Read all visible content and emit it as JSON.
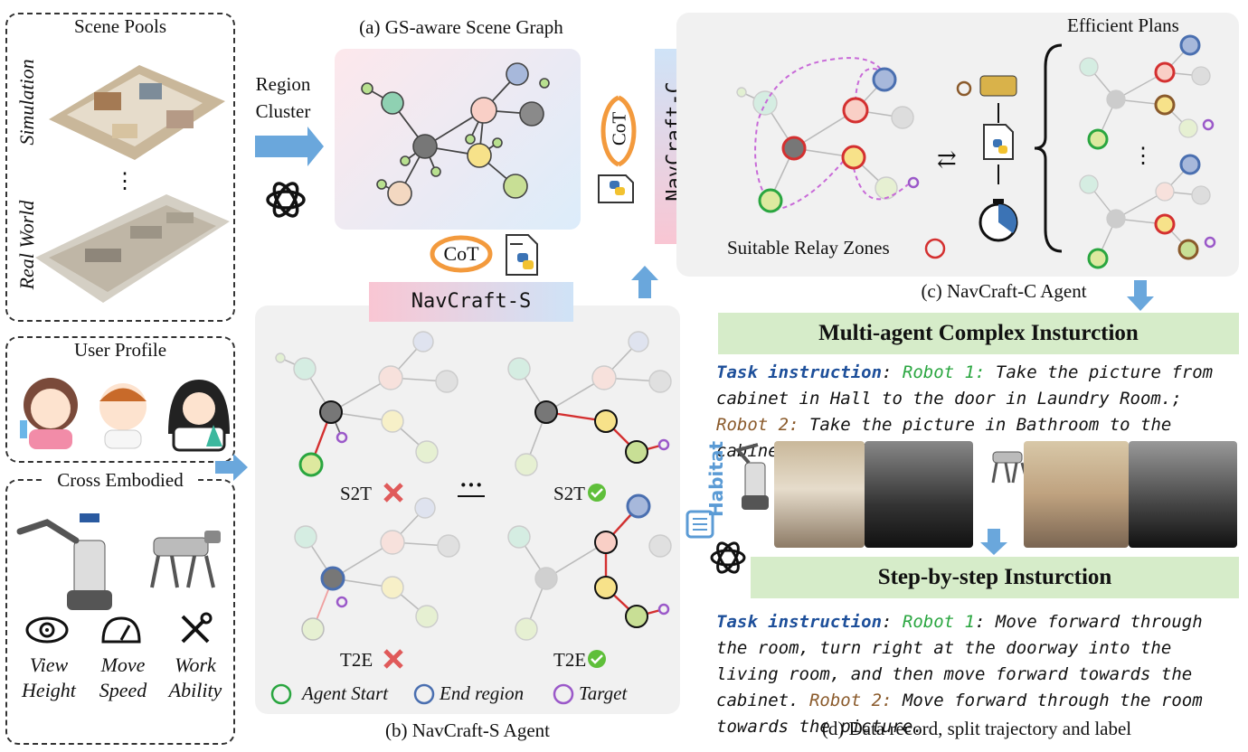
{
  "left": {
    "scene_pools": {
      "title": "Scene Pools",
      "sim_label": "Simulation",
      "real_label": "Real World",
      "dots": "⋮"
    },
    "user_profile": {
      "title": "User Profile"
    },
    "cross_embodied": {
      "title": "Cross Embodied",
      "features": [
        {
          "line1": "View",
          "line2": "Height",
          "icon": "eye-icon"
        },
        {
          "line1": "Move",
          "line2": "Speed",
          "icon": "speedometer-icon"
        },
        {
          "line1": "Work",
          "line2": "Ability",
          "icon": "tools-icon"
        }
      ]
    }
  },
  "flow": {
    "region_cluster_1": "Region",
    "region_cluster_2": "Cluster"
  },
  "panel_a": {
    "title": "(a) GS-aware Scene Graph",
    "cot": "CoT"
  },
  "panel_b": {
    "banner": "NavCraft-S",
    "s2t": "S2T",
    "t2e": "T2E",
    "ellipsis": "···",
    "caption": "(b) NavCraft-S Agent",
    "legend": [
      {
        "label": "Agent Start",
        "color": "#2aa640"
      },
      {
        "label": "End region",
        "color": "#4a6fb0"
      },
      {
        "label": "Target",
        "color": "#9b59c9"
      }
    ]
  },
  "panel_c": {
    "banner": "NavCraft-C",
    "cot": "CoT",
    "efficient_plans": "Efficient Plans",
    "relay_zones": "Suitable Relay Zones",
    "swap": "⇄",
    "dots": "⋮",
    "caption": "(c) NavCraft-C Agent"
  },
  "panel_d": {
    "multi_title": "Multi-agent Complex Insturction",
    "multi_instruction": {
      "key": "Task instruction",
      "r1_label": "Robot 1:",
      "r1_text": "Take the picture from cabinet in Hall to the door in Laundry Room.;",
      "r2_label": "Robot 2:",
      "r2_text": "Take the picture in Bathroom to the cabinet in Hall."
    },
    "habitat": "Habitat",
    "step_title": "Step-by-step Insturction",
    "step_instruction": {
      "key": "Task instruction",
      "r1_label": "Robot 1",
      "r1_text": "Move forward through the room, turn right at the doorway into the living room, and then move forward towards the cabinet.",
      "r2_label": "Robot 2:",
      "r2_text": "Move forward through the room towards the picture."
    },
    "caption": "(d) Data record, split trajectory and label"
  }
}
